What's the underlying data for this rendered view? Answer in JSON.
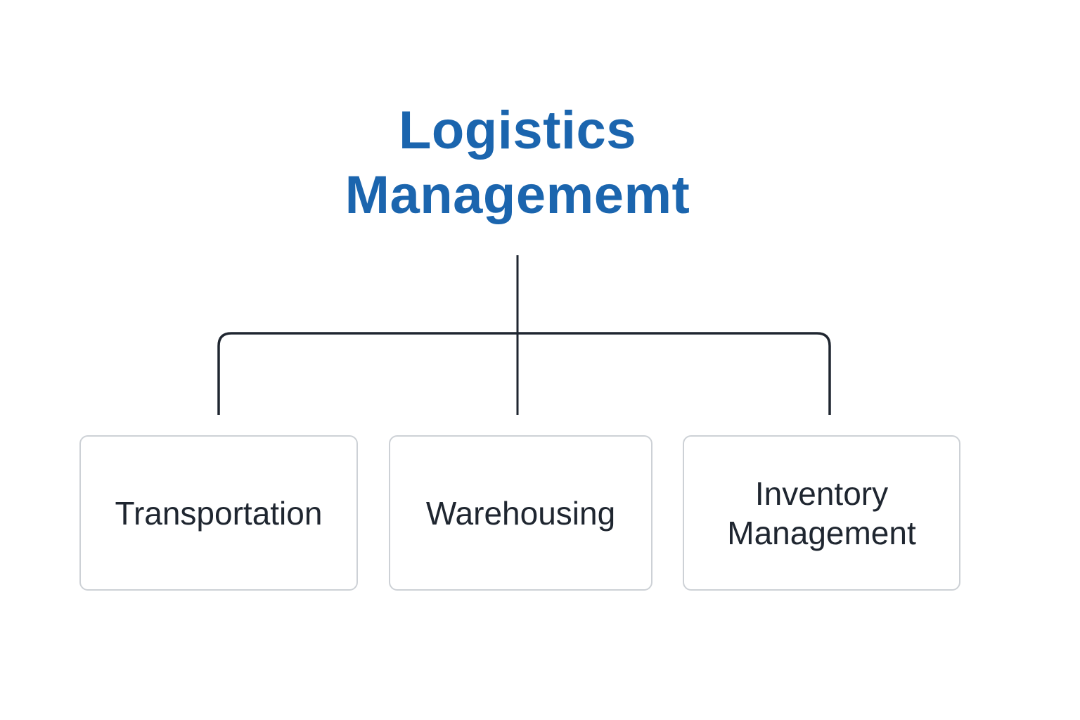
{
  "diagram": {
    "type": "hierarchy",
    "root": {
      "label_lines": [
        "Logistics",
        "Managememt"
      ],
      "color": "#1b65ae"
    },
    "children": [
      {
        "label_lines": [
          "Transportation"
        ]
      },
      {
        "label_lines": [
          "Warehousing"
        ]
      },
      {
        "label_lines": [
          "Inventory",
          "Management"
        ]
      }
    ],
    "connector_color": "#1f2630",
    "node_border_color": "#cdd1d6",
    "node_text_color": "#1f2630"
  }
}
